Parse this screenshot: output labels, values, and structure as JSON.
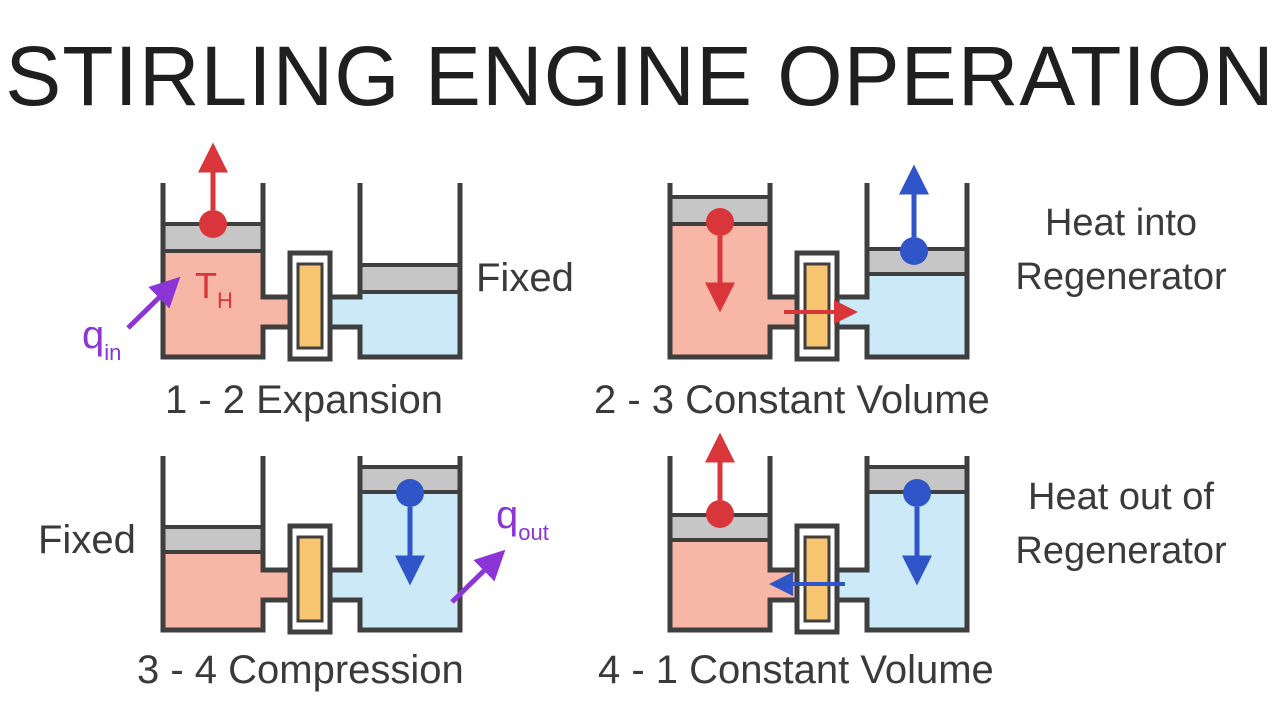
{
  "title": "STIRLING ENGINE OPERATION",
  "stages": [
    {
      "caption": "1 - 2 Expansion",
      "side_label": "Fixed",
      "heat_label": {
        "symbol": "q",
        "subscript": "in"
      },
      "temp_label": {
        "symbol": "T",
        "subscript": "H"
      }
    },
    {
      "caption": "2 - 3 Constant Volume",
      "note": [
        "Heat into",
        "Regenerator"
      ]
    },
    {
      "caption": "3 - 4 Compression",
      "side_label": "Fixed",
      "heat_label": {
        "symbol": "q",
        "subscript": "out"
      }
    },
    {
      "caption": "4 - 1 Constant Volume",
      "note": [
        "Heat out of",
        "Regenerator"
      ]
    }
  ],
  "colors": {
    "hot": "#f8b7a6",
    "cold": "#cbe9f7",
    "piston": "#c6c6c6",
    "regenerator": "#f7c46f",
    "wall": "#3f3f3f",
    "red_arrow": "#d8363a",
    "blue_arrow": "#2f55c8",
    "heat_arrow": "#8b35d6"
  }
}
